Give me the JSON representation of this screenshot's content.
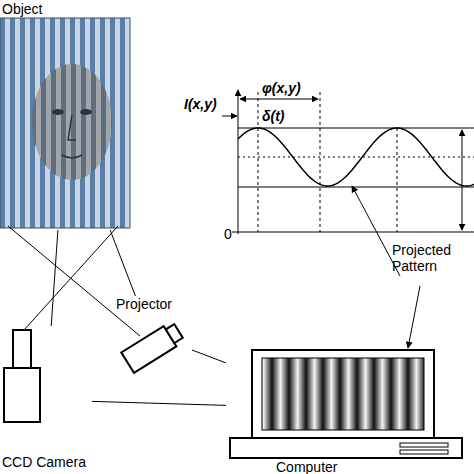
{
  "diagram": {
    "nodes": [
      {
        "text": [
          "Object"
        ]
      },
      {
        "text": [
          "Projector"
        ]
      },
      {
        "text": [
          "CCD Camera"
        ]
      },
      {
        "text": [
          "Computer"
        ]
      }
    ],
    "edges": [
      {
        "from": 2,
        "to": 0,
        "arrow": "none"
      },
      {
        "from": 1,
        "to": 0,
        "arrow": "none"
      },
      {
        "from": 2,
        "to": 3,
        "arrow": "none"
      },
      {
        "from": 1,
        "to": 3,
        "arrow": "none"
      }
    ],
    "labels": [
      "I(x,y)",
      "φ(x,y)",
      "δ(t)",
      "0",
      "Projected Pattern"
    ]
  }
}
